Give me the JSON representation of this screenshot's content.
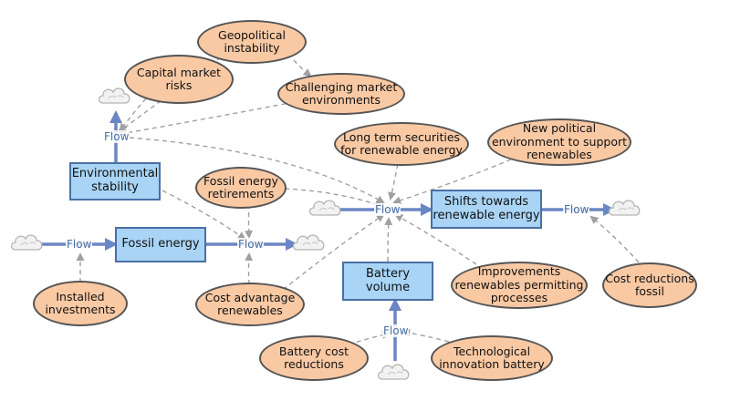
{
  "flow_label": "Flow",
  "stocks": {
    "environmental_stability": "Environmental stability",
    "fossil_energy": "Fossil energy",
    "shifts": "Shifts towards renewable energy",
    "battery_volume": "Battery volume"
  },
  "variables": {
    "geopolitical": "Geopolitical instability",
    "capital_market": "Capital market risks",
    "challenging_market": "Challenging market environments",
    "long_term": "Long term securities for renewable energy",
    "new_political": "New political environment to support renewables",
    "fossil_retirements": "Fossil energy retirements",
    "improvements_permitting": "Improvements renewables permitting processes",
    "cost_reductions_fossil": "Cost reductions fossil",
    "installed_investments": "Installed investments",
    "cost_advantage": "Cost advantage renewables",
    "battery_cost": "Battery cost reductions",
    "tech_innovation": "Technological innovation battery"
  },
  "colors": {
    "stock_fill": "#a9d4f5",
    "stock_border": "#4a6fa5",
    "variable_fill": "#f9c9a4",
    "flow": "#6a86c4",
    "link": "#a0a0a0"
  }
}
